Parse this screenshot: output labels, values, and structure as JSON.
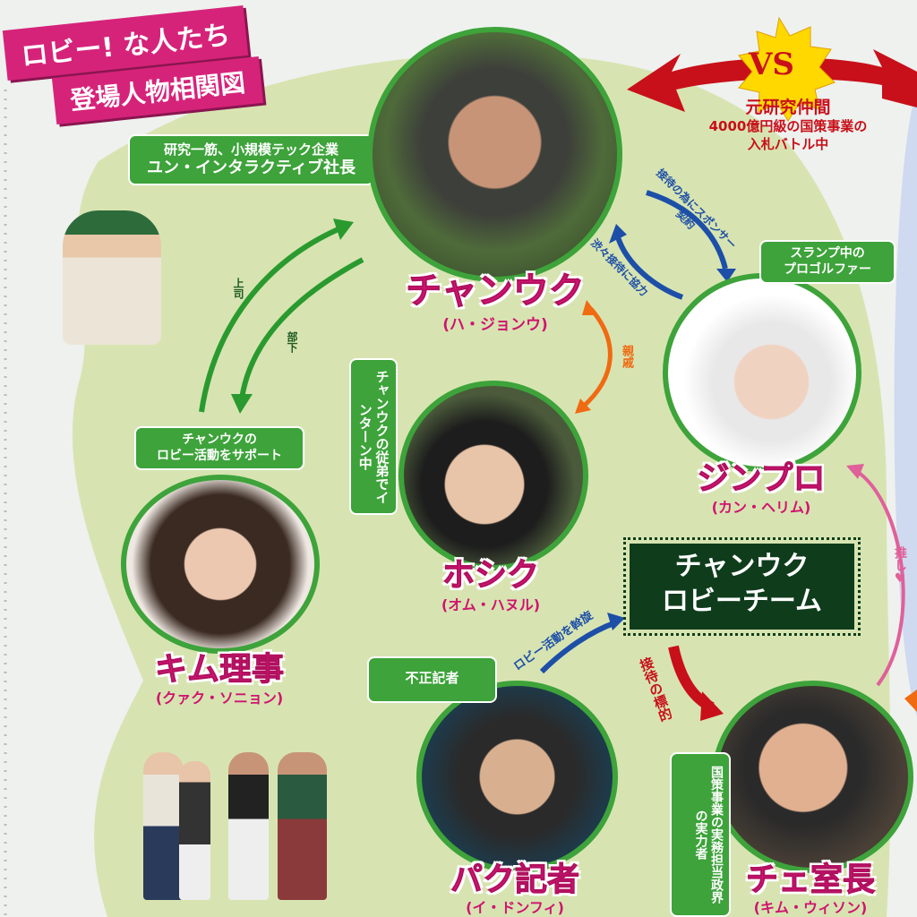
{
  "title": {
    "line1": "ロビー! な人たち",
    "line2": "登場人物相関図"
  },
  "colors": {
    "accent_pink": "#e0157a",
    "bubble_green": "#3da33a",
    "team_box": "#0f3d1c",
    "vs_red": "#c8101a",
    "arrow_blue": "#1d4fa8",
    "arrow_orange": "#f06a12",
    "arrow_green": "#2a9a2f"
  },
  "vs": {
    "badge": "VS",
    "relation": "元研究仲間",
    "note_line1": "4000億円級の国策事業の",
    "note_line2": "入札バトル中"
  },
  "characters": {
    "changwook": {
      "name": "チャンウク",
      "actor": "(ハ・ジョンウ)",
      "bubble_line1": "研究一筋、小規模テック企業",
      "bubble_line2": "ユン・インタラクティブ社長"
    },
    "jinpro": {
      "name": "ジンプロ",
      "actor": "(カン・ヘリム)",
      "bubble_line1": "スランプ中の",
      "bubble_line2": "プロゴルファー"
    },
    "hosik": {
      "name": "ホシク",
      "actor": "(オム・ハヌル)",
      "bubble": "チャンウクの従弟でインターン中"
    },
    "kim": {
      "name": "キム理事",
      "actor": "(クァク・ソニョン)",
      "bubble_line1": "チャンウクの",
      "bubble_line2": "ロビー活動をサポート"
    },
    "park": {
      "name": "パク記者",
      "actor": "(イ・ドンフィ)",
      "bubble": "不正記者"
    },
    "choi": {
      "name": "チェ室長",
      "actor": "(キム・ウィソン)",
      "bubble": "国策事業の実務担当政界の実力者"
    }
  },
  "team": {
    "line1": "チャンウク",
    "line2": "ロビーチーム"
  },
  "relations": {
    "sponsor": "接待の為にスポンサー契約",
    "cooperate": "渋々接待に協力",
    "relative": "親戚",
    "boss": "上司",
    "subordinate": "部下",
    "broker": "ロビー活動を斡旋",
    "target": "接待の標的",
    "oshi": "推し♥"
  }
}
